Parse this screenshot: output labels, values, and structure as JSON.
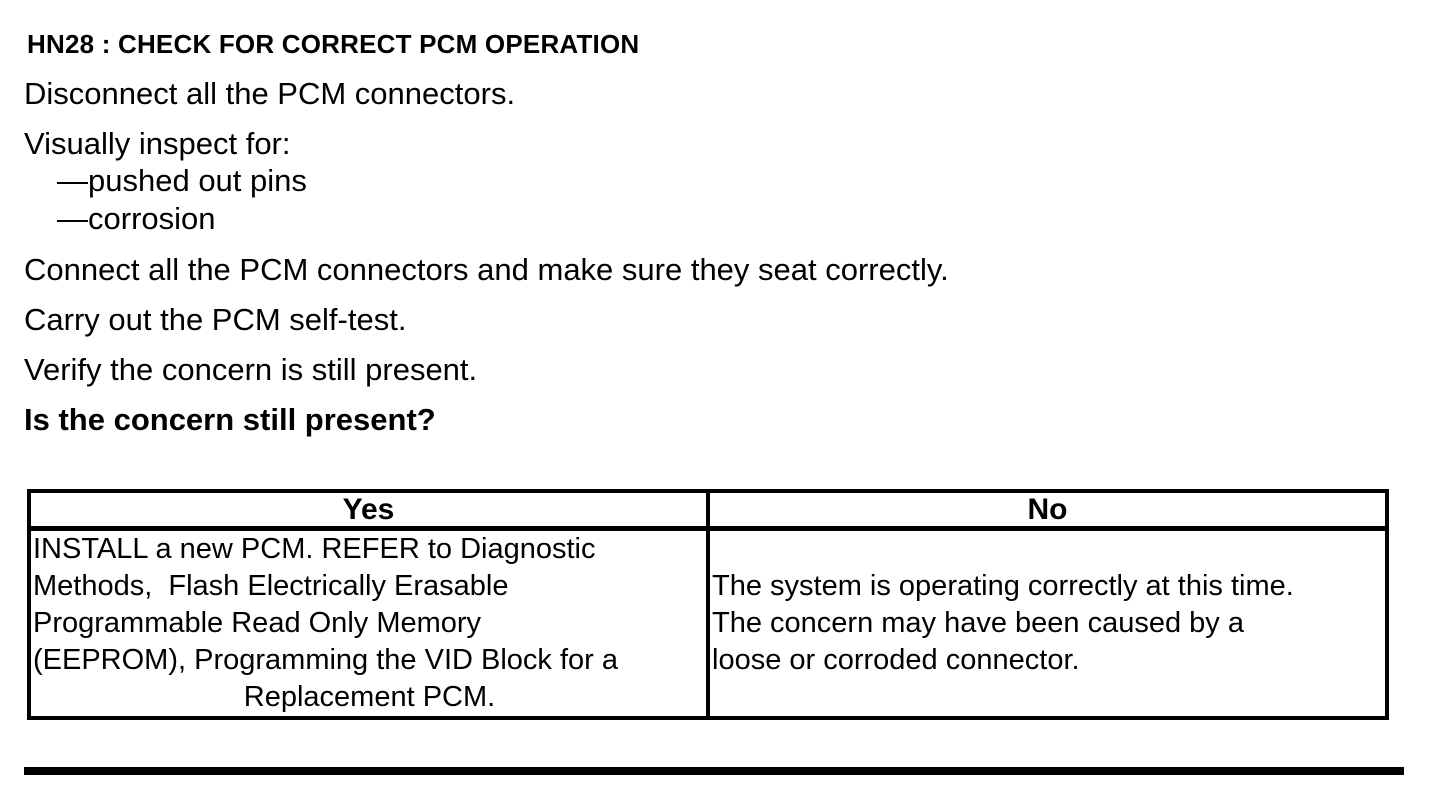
{
  "doc": {
    "title": "HN28 : CHECK FOR CORRECT PCM OPERATION",
    "steps": {
      "disconnect": "Disconnect all the PCM connectors.",
      "inspect": "Visually inspect for:",
      "inspect_items": [
        "—pushed out pins",
        "—corrosion"
      ],
      "connect": "Connect all the PCM connectors and make sure they seat correctly.",
      "self_test": "Carry out the PCM self-test.",
      "verify": "Verify the concern is still present."
    },
    "question": "Is the concern still present?"
  },
  "decision_table": {
    "yes_header": "Yes",
    "no_header": "No",
    "yes_lines": [
      "INSTALL a new PCM. REFER to Diagnostic",
      "Methods,  Flash Electrically Erasable",
      "Programmable Read Only Memory",
      "(EEPROM), Programming the VID Block for a",
      "Replacement PCM."
    ],
    "no_lines": [
      "The system is operating correctly at this time.",
      "The concern may have been caused by a",
      "loose or corroded connector."
    ]
  },
  "colors": {
    "text": "#000000",
    "background": "#ffffff",
    "border": "#000000"
  }
}
